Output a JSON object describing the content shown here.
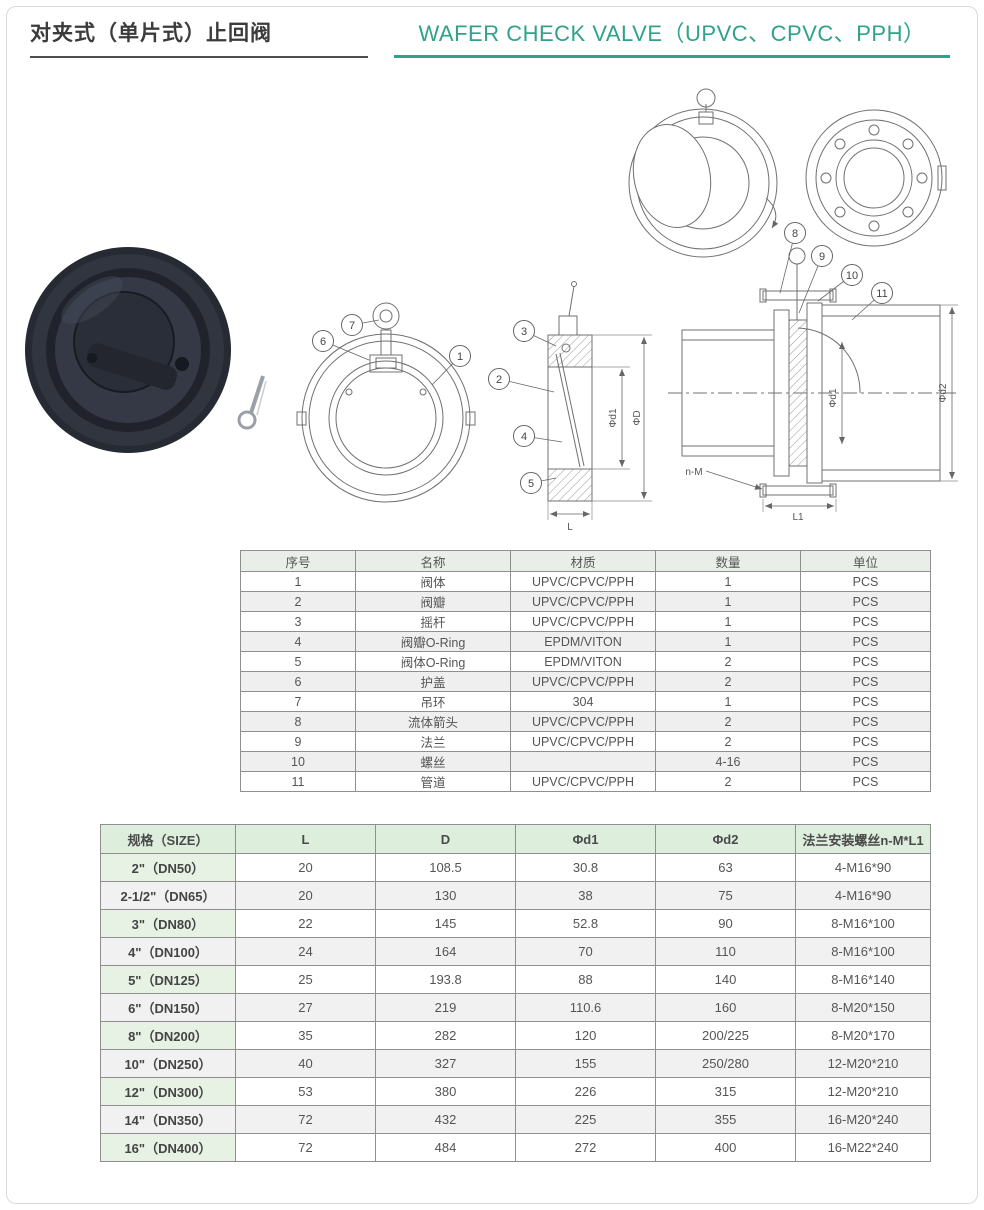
{
  "header": {
    "title_cn": "对夹式（单片式）止回阀",
    "title_en": "WAFER CHECK VALVE（UPVC、CPVC、PPH）",
    "accent_color": "#2fa28b"
  },
  "drawings": {
    "callouts": [
      "1",
      "2",
      "3",
      "4",
      "5",
      "6",
      "7",
      "8",
      "9",
      "10",
      "11"
    ],
    "dims": {
      "phi_d1": "Φd1",
      "phi_D": "ΦD",
      "L": "L",
      "phi_d2": "Φd2",
      "n_m": "n-M",
      "l1": "L1"
    }
  },
  "parts_table": {
    "headers": [
      "序号",
      "名称",
      "材质",
      "数量",
      "单位"
    ],
    "rows": [
      [
        "1",
        "阀体",
        "UPVC/CPVC/PPH",
        "1",
        "PCS"
      ],
      [
        "2",
        "阀瓣",
        "UPVC/CPVC/PPH",
        "1",
        "PCS"
      ],
      [
        "3",
        "摇杆",
        "UPVC/CPVC/PPH",
        "1",
        "PCS"
      ],
      [
        "4",
        "阀瓣O-Ring",
        "EPDM/VITON",
        "1",
        "PCS"
      ],
      [
        "5",
        "阀体O-Ring",
        "EPDM/VITON",
        "2",
        "PCS"
      ],
      [
        "6",
        "护盖",
        "UPVC/CPVC/PPH",
        "2",
        "PCS"
      ],
      [
        "7",
        "吊环",
        "304",
        "1",
        "PCS"
      ],
      [
        "8",
        "流体箭头",
        "UPVC/CPVC/PPH",
        "2",
        "PCS"
      ],
      [
        "9",
        "法兰",
        "UPVC/CPVC/PPH",
        "2",
        "PCS"
      ],
      [
        "10",
        "螺丝",
        "",
        "4-16",
        "PCS"
      ],
      [
        "11",
        "管道",
        "UPVC/CPVC/PPH",
        "2",
        "PCS"
      ]
    ]
  },
  "spec_table": {
    "headers": [
      "规格（SIZE）",
      "L",
      "D",
      "Φd1",
      "Φd2",
      "法兰安装螺丝n-M*L1"
    ],
    "rows": [
      [
        "2\"（DN50）",
        "20",
        "108.5",
        "30.8",
        "63",
        "4-M16*90"
      ],
      [
        "2-1/2\"（DN65）",
        "20",
        "130",
        "38",
        "75",
        "4-M16*90"
      ],
      [
        "3\"（DN80）",
        "22",
        "145",
        "52.8",
        "90",
        "8-M16*100"
      ],
      [
        "4\"（DN100）",
        "24",
        "164",
        "70",
        "110",
        "8-M16*100"
      ],
      [
        "5\"（DN125）",
        "25",
        "193.8",
        "88",
        "140",
        "8-M16*140"
      ],
      [
        "6\"（DN150）",
        "27",
        "219",
        "110.6",
        "160",
        "8-M20*150"
      ],
      [
        "8\"（DN200）",
        "35",
        "282",
        "120",
        "200/225",
        "8-M20*170"
      ],
      [
        "10\"（DN250）",
        "40",
        "327",
        "155",
        "250/280",
        "12-M20*210"
      ],
      [
        "12\"（DN300）",
        "53",
        "380",
        "226",
        "315",
        "12-M20*210"
      ],
      [
        "14\"（DN350）",
        "72",
        "432",
        "225",
        "355",
        "16-M20*240"
      ],
      [
        "16\"（DN400）",
        "72",
        "484",
        "272",
        "400",
        "16-M22*240"
      ]
    ]
  }
}
